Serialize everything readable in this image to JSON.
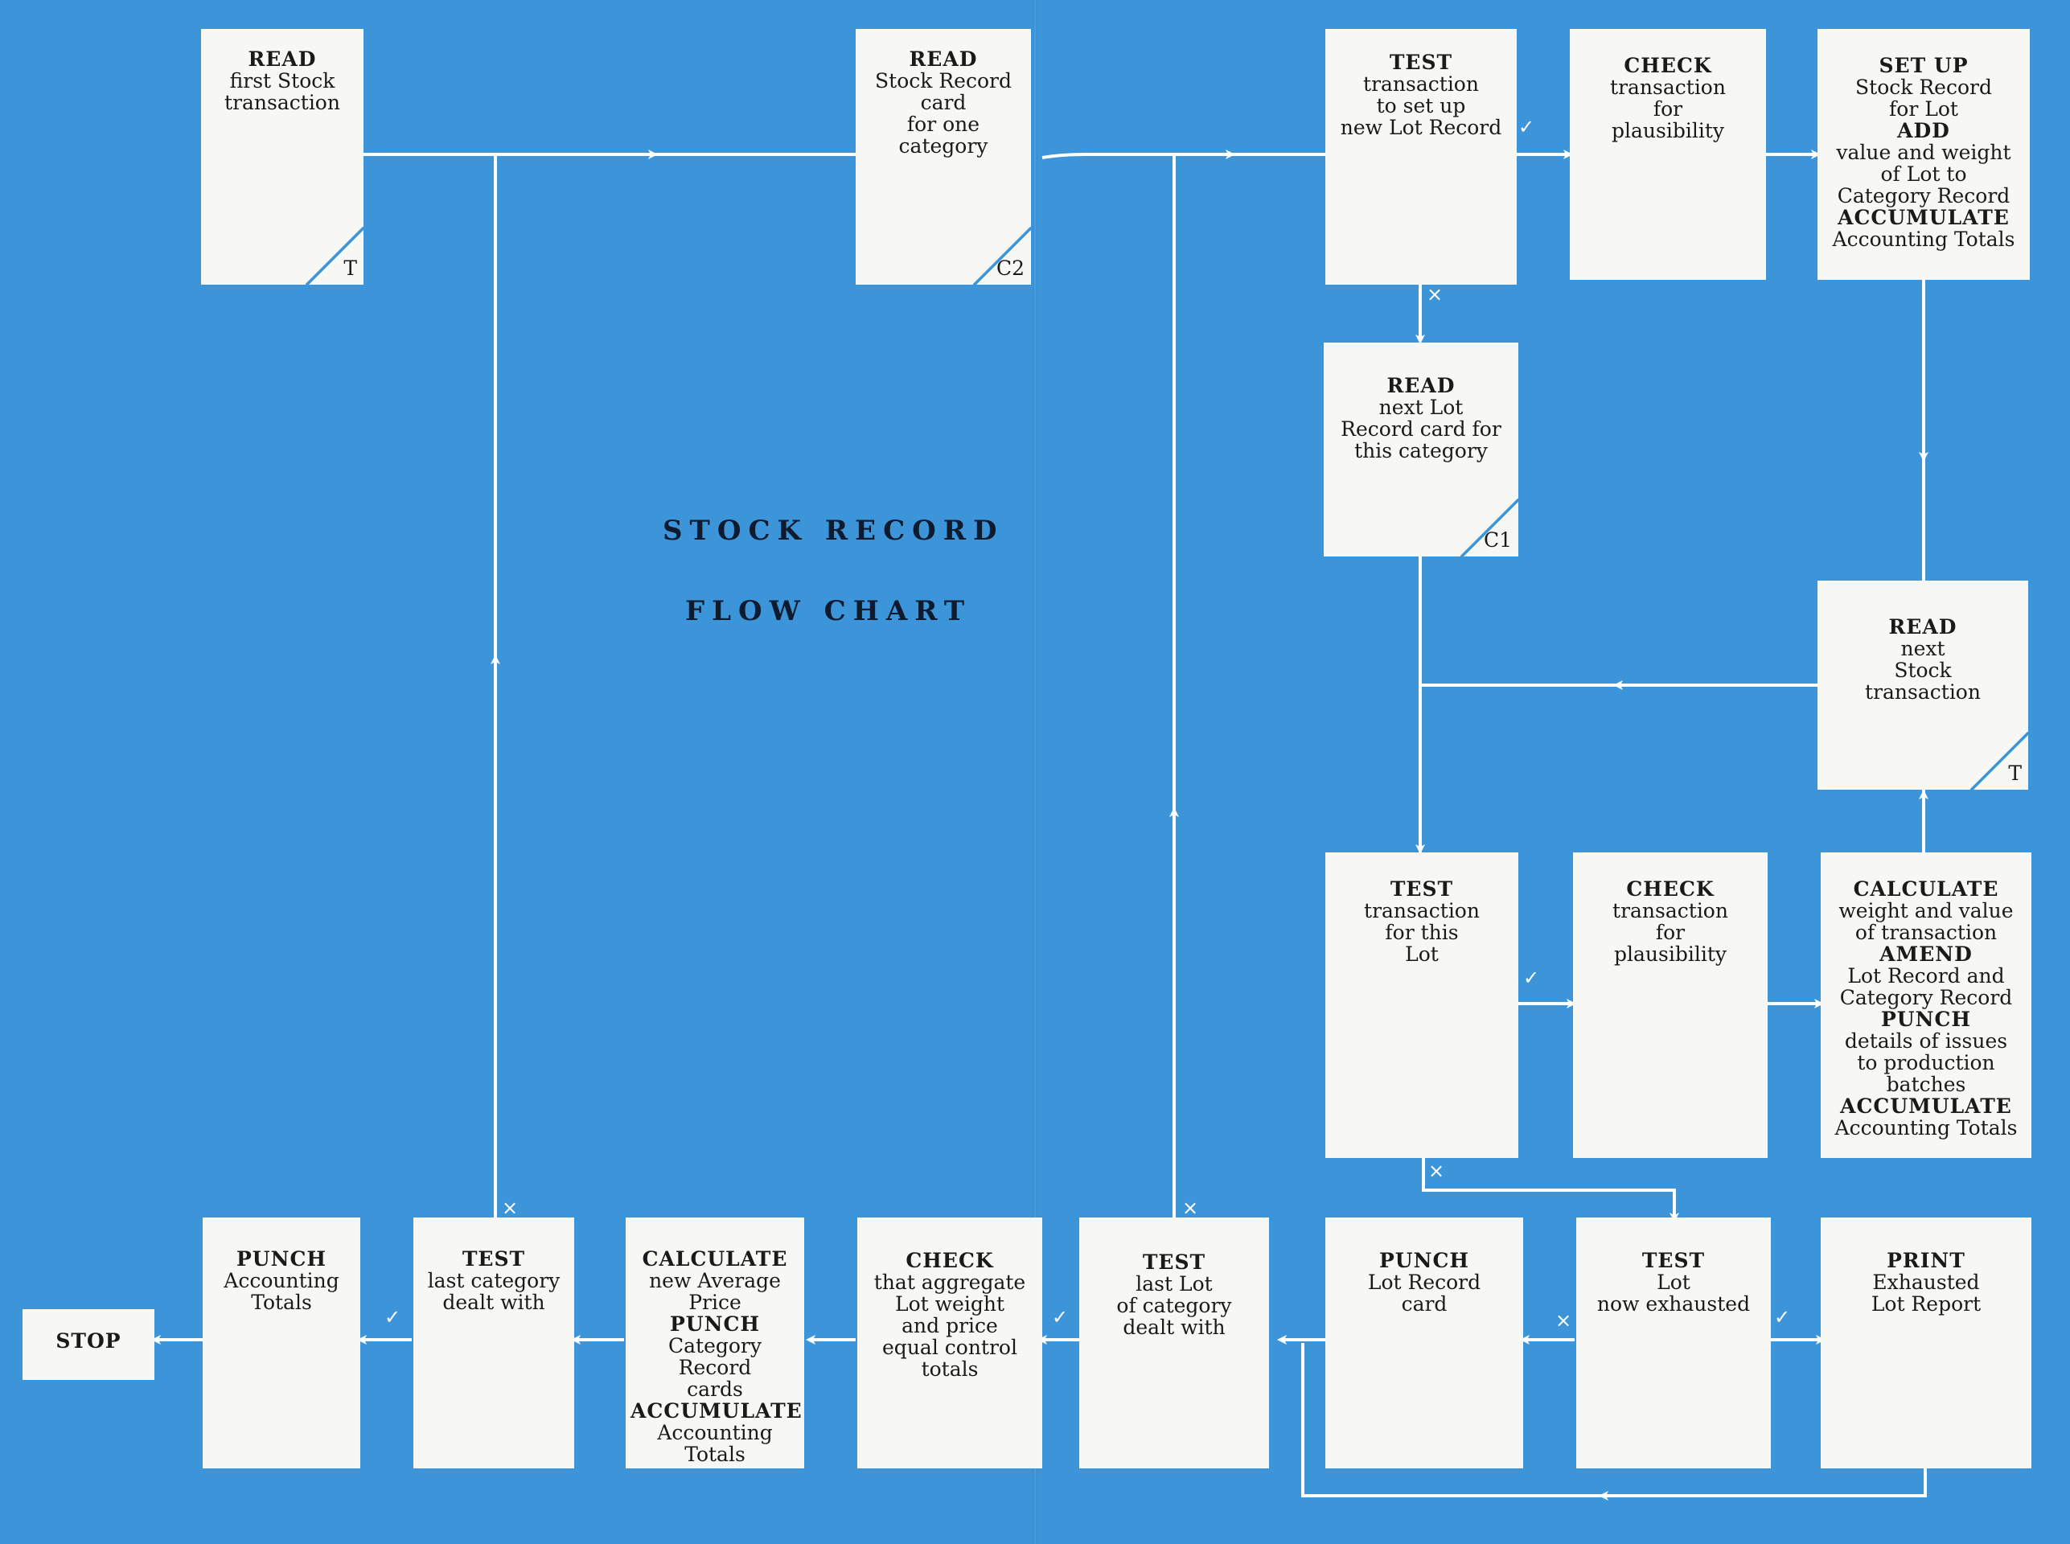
{
  "title": {
    "line1": "STOCK RECORD",
    "line2": "FLOW CHART"
  },
  "marks": {
    "yes": "✓",
    "no": "×"
  },
  "boxes": {
    "read_first": {
      "lines": [
        [
          "b",
          "READ"
        ],
        [
          "n",
          "first Stock"
        ],
        [
          "n",
          "transaction"
        ]
      ],
      "code": "T"
    },
    "read_stock_record": {
      "lines": [
        [
          "b",
          "READ"
        ],
        [
          "n",
          "Stock Record"
        ],
        [
          "n",
          "card"
        ],
        [
          "n",
          "for one"
        ],
        [
          "n",
          "category"
        ]
      ],
      "code": "C2"
    },
    "test_new_lot": {
      "lines": [
        [
          "b",
          "TEST"
        ],
        [
          "n",
          "transaction"
        ],
        [
          "n",
          "to set up"
        ],
        [
          "n",
          "new Lot Record"
        ]
      ]
    },
    "check_top": {
      "lines": [
        [
          "b",
          "CHECK"
        ],
        [
          "n",
          "transaction"
        ],
        [
          "n",
          "for"
        ],
        [
          "n",
          "plausibility"
        ]
      ]
    },
    "set_up": {
      "lines": [
        [
          "b",
          "SET UP"
        ],
        [
          "n",
          "Stock Record"
        ],
        [
          "n",
          "for Lot"
        ],
        [
          "b",
          "ADD"
        ],
        [
          "n",
          "value and weight"
        ],
        [
          "n",
          "of Lot to"
        ],
        [
          "n",
          "Category Record"
        ],
        [
          "b",
          "ACCUMULATE"
        ],
        [
          "n",
          "Accounting Totals"
        ]
      ]
    },
    "read_next_lot": {
      "lines": [
        [
          "b",
          "READ"
        ],
        [
          "n",
          "next Lot"
        ],
        [
          "n",
          "Record card for"
        ],
        [
          "n",
          "this category"
        ]
      ],
      "code": "C1"
    },
    "read_next_stock": {
      "lines": [
        [
          "b",
          "READ"
        ],
        [
          "n",
          "next"
        ],
        [
          "n",
          "Stock"
        ],
        [
          "n",
          "transaction"
        ]
      ],
      "code": "T"
    },
    "test_this_lot": {
      "lines": [
        [
          "b",
          "TEST"
        ],
        [
          "n",
          "transaction"
        ],
        [
          "n",
          "for this"
        ],
        [
          "n",
          "Lot"
        ]
      ]
    },
    "check_mid": {
      "lines": [
        [
          "b",
          "CHECK"
        ],
        [
          "n",
          "transaction"
        ],
        [
          "n",
          "for"
        ],
        [
          "n",
          "plausibility"
        ]
      ]
    },
    "calc_amend": {
      "lines": [
        [
          "b",
          "CALCULATE"
        ],
        [
          "n",
          "weight and value"
        ],
        [
          "n",
          "of transaction"
        ],
        [
          "b",
          "AMEND"
        ],
        [
          "n",
          "Lot Record and"
        ],
        [
          "n",
          "Category Record"
        ],
        [
          "b",
          "PUNCH"
        ],
        [
          "n",
          "details of issues"
        ],
        [
          "n",
          "to production"
        ],
        [
          "n",
          "batches"
        ],
        [
          "b",
          "ACCUMULATE"
        ],
        [
          "n",
          "Accounting Totals"
        ]
      ]
    },
    "print": {
      "lines": [
        [
          "b",
          "PRINT"
        ],
        [
          "n",
          "Exhausted"
        ],
        [
          "n",
          "Lot Report"
        ]
      ]
    },
    "test_exhausted": {
      "lines": [
        [
          "b",
          "TEST"
        ],
        [
          "n",
          "Lot"
        ],
        [
          "n",
          "now exhausted"
        ]
      ]
    },
    "punch_lot": {
      "lines": [
        [
          "b",
          "PUNCH"
        ],
        [
          "n",
          "Lot Record"
        ],
        [
          "n",
          "card"
        ]
      ]
    },
    "test_last_lot": {
      "lines": [
        [
          "b",
          "TEST"
        ],
        [
          "n",
          "last Lot"
        ],
        [
          "n",
          "of category"
        ],
        [
          "n",
          "dealt with"
        ]
      ]
    },
    "check_aggregate": {
      "lines": [
        [
          "b",
          "CHECK"
        ],
        [
          "n",
          "that aggregate"
        ],
        [
          "n",
          "Lot weight"
        ],
        [
          "n",
          "and price"
        ],
        [
          "n",
          "equal control"
        ],
        [
          "n",
          "totals"
        ]
      ]
    },
    "calc_avg": {
      "lines": [
        [
          "b",
          "CALCULATE"
        ],
        [
          "n",
          "new Average"
        ],
        [
          "n",
          "Price"
        ],
        [
          "b",
          "PUNCH"
        ],
        [
          "n",
          "Category Record"
        ],
        [
          "n",
          "cards"
        ],
        [
          "b",
          "ACCUMULATE"
        ],
        [
          "n",
          "Accounting"
        ],
        [
          "n",
          "Totals"
        ]
      ]
    },
    "test_last_cat": {
      "lines": [
        [
          "b",
          "TEST"
        ],
        [
          "n",
          "last category"
        ],
        [
          "n",
          "dealt with"
        ]
      ]
    },
    "punch_totals": {
      "lines": [
        [
          "b",
          "PUNCH"
        ],
        [
          "n",
          "Accounting"
        ],
        [
          "n",
          "Totals"
        ]
      ]
    },
    "stop": {
      "lines": [
        [
          "b",
          "STOP"
        ]
      ]
    }
  }
}
